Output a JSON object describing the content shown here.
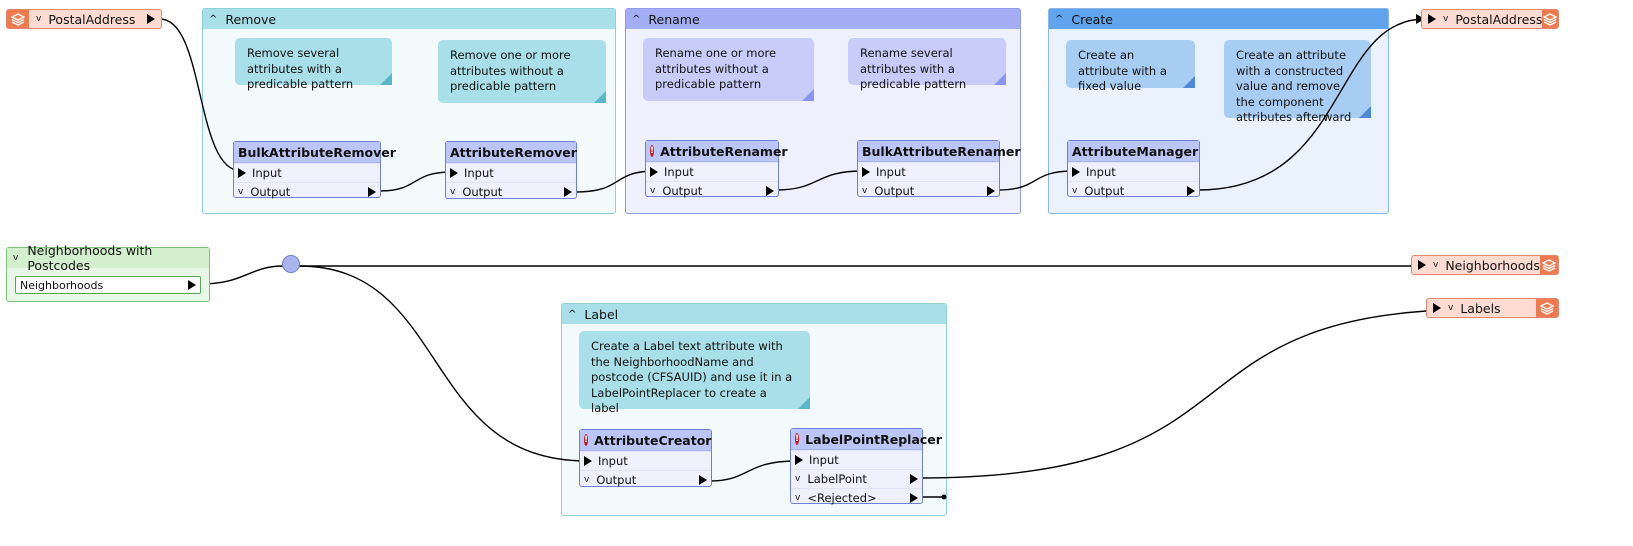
{
  "bookmarks": {
    "remove": {
      "title": "Remove"
    },
    "rename": {
      "title": "Rename"
    },
    "create": {
      "title": "Create"
    },
    "label": {
      "title": "Label"
    }
  },
  "annotations": {
    "remove_pattern": "Remove several attributes with a predicable pattern",
    "remove_no_pattern": "Remove one or more attributes without a predicable pattern",
    "rename_no_pattern": "Rename one or more attributes without a predicable pattern",
    "rename_pattern": "Rename several attributes with a predicable pattern",
    "create_fixed": "Create an attribute with a fixed value",
    "create_constructed": "Create an attribute with a constructed value and remove the component attributes afterward",
    "label": "Create a Label text attribute with the NeighborhoodName and postcode (CFSAUID) and use it in a LabelPointReplacer to create a label"
  },
  "transformers": {
    "bulk_remover": {
      "name": "BulkAttributeRemover",
      "input": "Input",
      "output": "Output"
    },
    "remover": {
      "name": "AttributeRemover",
      "input": "Input",
      "output": "Output"
    },
    "renamer": {
      "name": "AttributeRenamer",
      "input": "Input",
      "output": "Output"
    },
    "bulk_renamer": {
      "name": "BulkAttributeRenamer",
      "input": "Input",
      "output": "Output"
    },
    "manager": {
      "name": "AttributeManager",
      "input": "Input",
      "output": "Output"
    },
    "creator": {
      "name": "AttributeCreator",
      "input": "Input",
      "output": "Output"
    },
    "label_replacer": {
      "name": "LabelPointReplacer",
      "input": "Input",
      "output": "LabelPoint",
      "rejected": "<Rejected>"
    }
  },
  "feature_types": {
    "postal_in": "PostalAddress",
    "postal_out": "PostalAddress",
    "neighborhoods_out": "Neighborhoods",
    "labels_out": "Labels"
  },
  "reader": {
    "title": "Neighborhoods with Postcodes",
    "port": "Neighborhoods"
  }
}
